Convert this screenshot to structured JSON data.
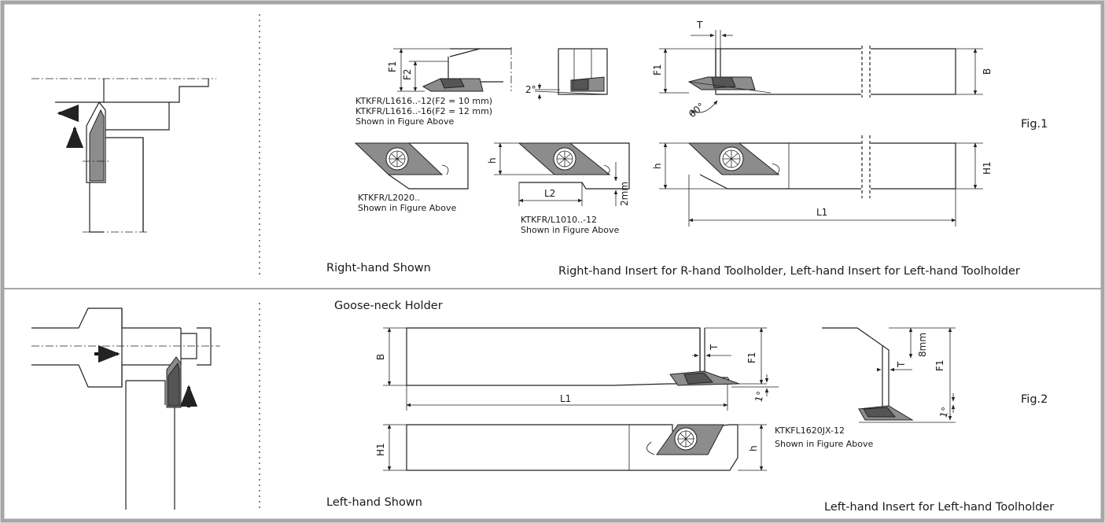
{
  "fig1": {
    "fig_label": "Fig.1",
    "caption_left": "Right-hand Shown",
    "caption_right": "Right-hand Insert for R-hand Toolholder, Left-hand Insert for Left-hand Toolholder",
    "note_1616_line1": "KTKFR/L1616..-12(F2 = 10 mm)",
    "note_1616_line2": "KTKFR/L1616..-16(F2 = 12 mm)",
    "note_1616_line3": "Shown in Figure Above",
    "note_2020_line1": "KTKFR/L2020..",
    "note_2020_line2": "Shown in Figure Above",
    "note_1010_line1": "KTKFR/L1010..-12",
    "note_1010_line2": "Shown in Figure Above",
    "dims": {
      "F1": "F1",
      "F2": "F2",
      "angle2": "2°",
      "T": "T",
      "B": "B",
      "angle60": "60°",
      "h": "h",
      "H1": "H1",
      "L1": "L1",
      "L2": "L2",
      "mm2": "2mm"
    }
  },
  "fig2": {
    "fig_label": "Fig.2",
    "title": "Goose-neck Holder",
    "caption_left": "Left-hand Shown",
    "caption_right": "Left-hand Insert for Left-hand Toolholder",
    "note_line1": "KTKFL1620JX-12",
    "note_line2": "Shown in Figure Above",
    "dims": {
      "B": "B",
      "T": "T",
      "F1": "F1",
      "L1": "L1",
      "angle1": "1°",
      "mm8": "8mm",
      "H1": "H1",
      "h": "h"
    }
  },
  "colors": {
    "frame": "#a6a6a6",
    "insert": "#8c8c8c",
    "insert_dark": "#555555",
    "line": "#222222"
  }
}
